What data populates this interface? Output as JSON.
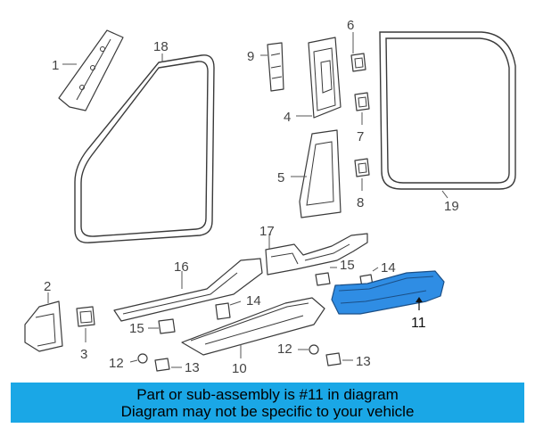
{
  "diagram": {
    "highlighted_callout": "11",
    "highlight_color": "#2f8de4",
    "callouts": {
      "c1": "1",
      "c2": "2",
      "c3": "3",
      "c4": "4",
      "c5": "5",
      "c6": "6",
      "c7": "7",
      "c8": "8",
      "c9": "9",
      "c10": "10",
      "c11": "11",
      "c12a": "12",
      "c12b": "12",
      "c13a": "13",
      "c13b": "13",
      "c14a": "14",
      "c14b": "14",
      "c15a": "15",
      "c15b": "15",
      "c16": "16",
      "c17": "17",
      "c18": "18",
      "c19": "19"
    }
  },
  "banner": {
    "line1": "Part or sub-assembly is #11 in diagram",
    "line2": "Diagram may not be specific to your vehicle",
    "background": "#1aa7e6"
  }
}
